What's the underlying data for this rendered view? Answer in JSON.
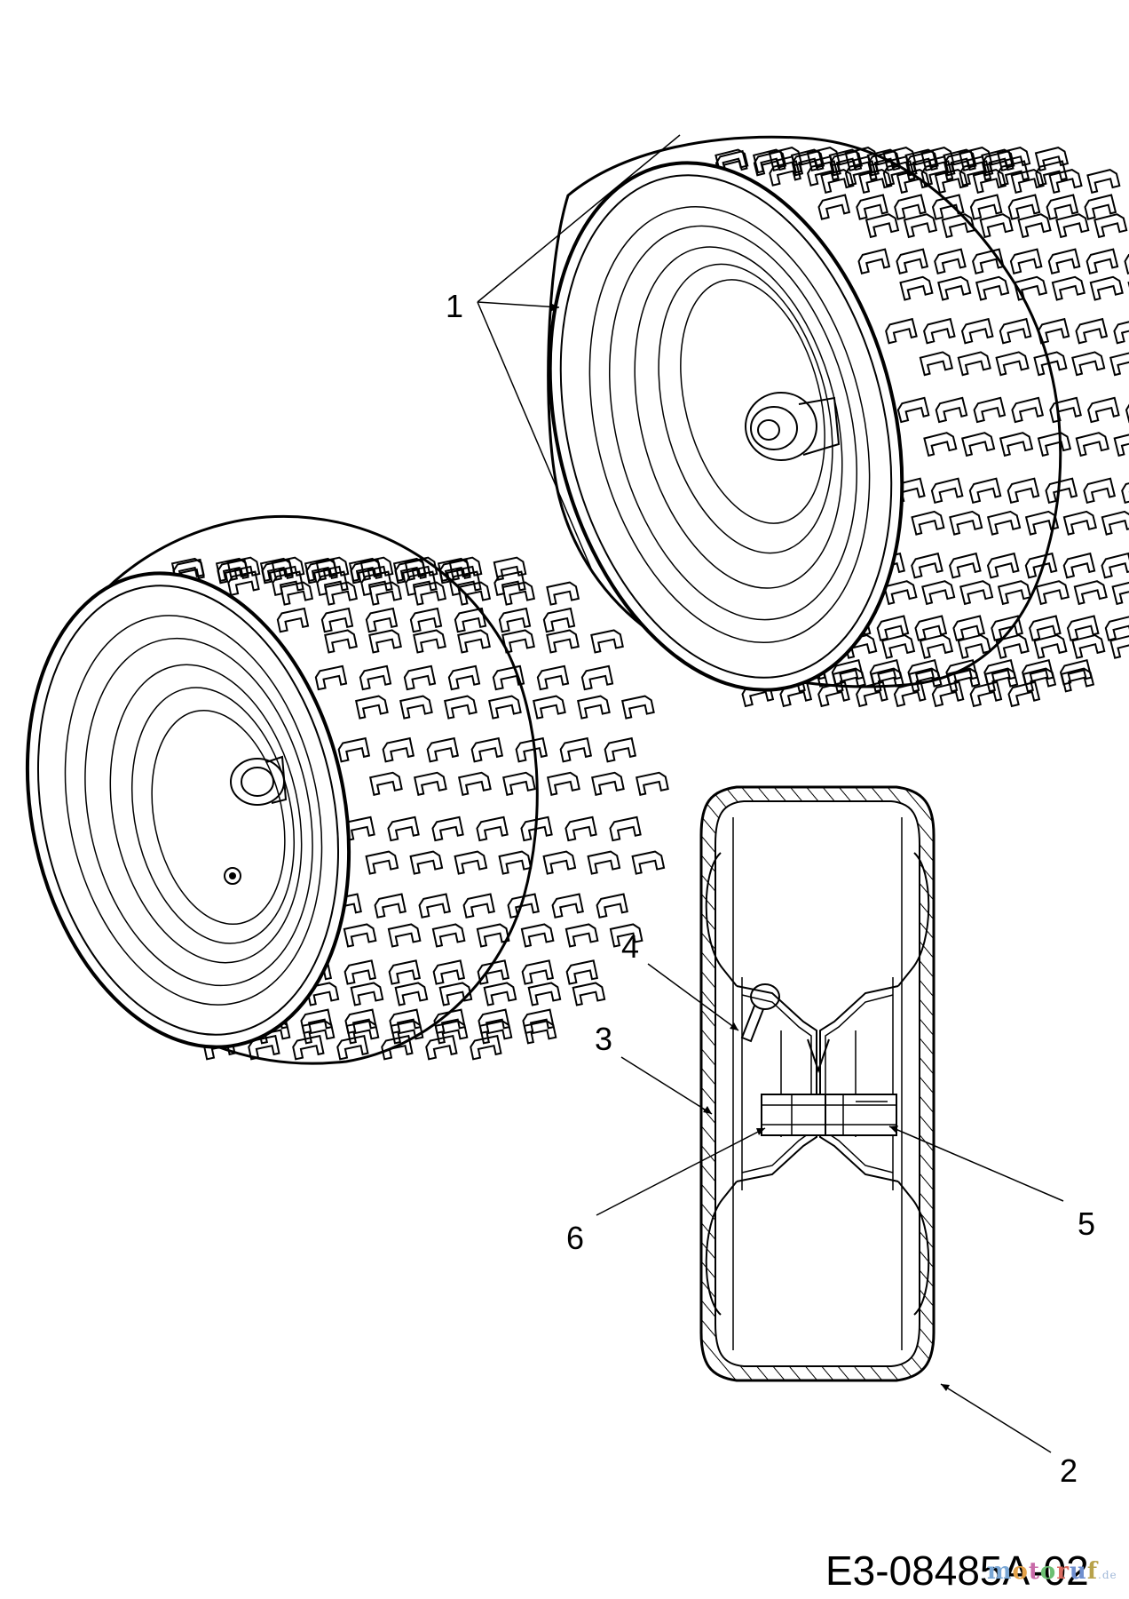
{
  "diagram": {
    "drawing_id": "E3-08485A-02",
    "callouts": [
      {
        "id": "callout-1",
        "label": "1"
      },
      {
        "id": "callout-2",
        "label": "2"
      },
      {
        "id": "callout-3",
        "label": "3"
      },
      {
        "id": "callout-4",
        "label": "4"
      },
      {
        "id": "callout-5",
        "label": "5"
      },
      {
        "id": "callout-6",
        "label": "6"
      }
    ]
  },
  "watermark": {
    "letters": [
      "m",
      "o",
      "t",
      "o",
      "r",
      "u",
      "f"
    ],
    "suffix": ".de"
  },
  "colors": {
    "line": "#000000",
    "background": "#ffffff"
  }
}
